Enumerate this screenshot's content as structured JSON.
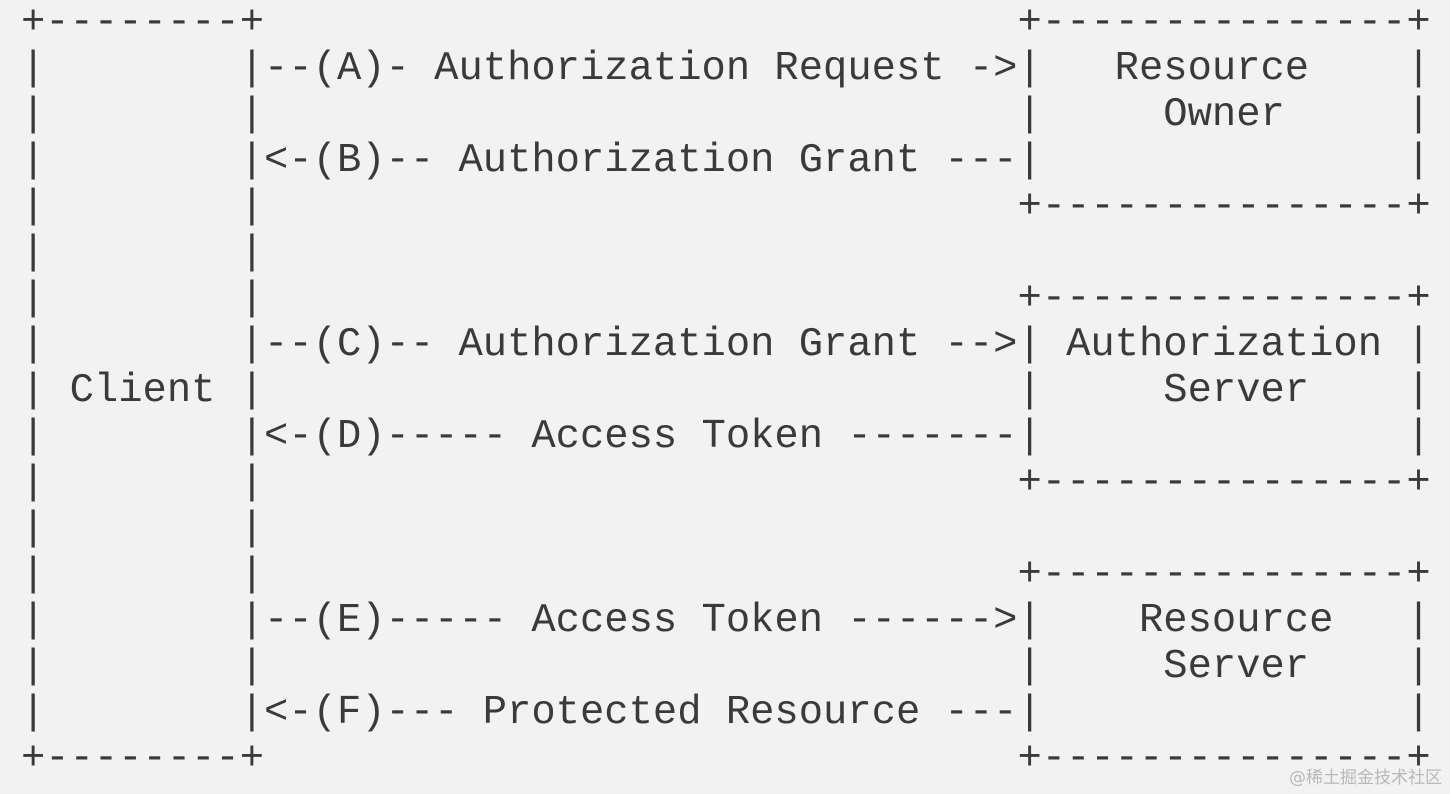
{
  "diagram": {
    "lines": [
      "+--------+                               +---------------+",
      "|        |--(A)- Authorization Request ->|   Resource    |",
      "|        |                               |     Owner     |",
      "|        |<-(B)-- Authorization Grant ---|               |",
      "|        |                               +---------------+",
      "|        |",
      "|        |                               +---------------+",
      "|        |--(C)-- Authorization Grant -->| Authorization |",
      "| Client |                               |     Server    |",
      "|        |<-(D)----- Access Token -------|               |",
      "|        |                               +---------------+",
      "|        |",
      "|        |                               +---------------+",
      "|        |--(E)----- Access Token ------>|    Resource   |",
      "|        |                               |     Server    |",
      "|        |<-(F)--- Protected Resource ---|               |",
      "+--------+                               +---------------+"
    ]
  },
  "watermark": "@稀土掘金技术社区"
}
